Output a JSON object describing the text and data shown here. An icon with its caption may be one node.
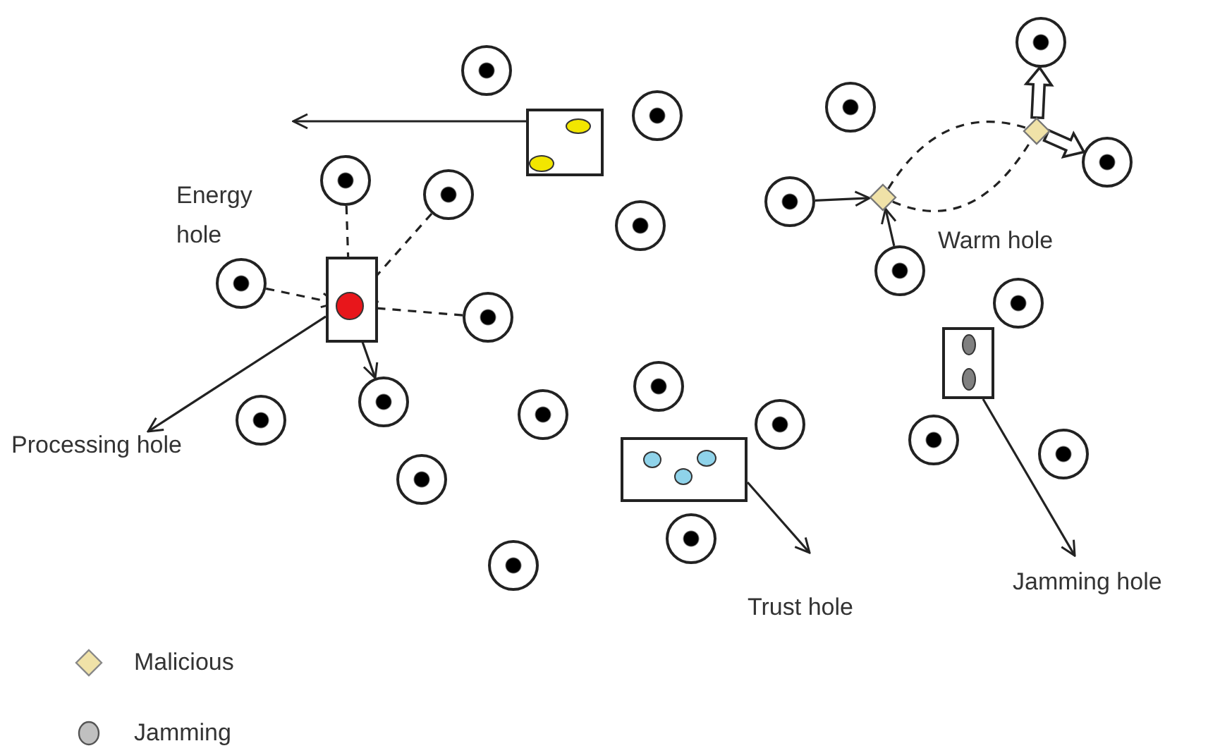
{
  "diagram": {
    "nodes": [
      {
        "text": [],
        "shape": "circle"
      },
      {
        "text": [],
        "shape": "box"
      },
      {
        "text": [],
        "shape": "ellipse",
        "in": 1
      },
      {
        "text": [],
        "shape": "ellipse",
        "in": 1
      },
      {
        "text": [],
        "shape": "circle"
      },
      {
        "text": [],
        "shape": "circle"
      },
      {
        "text": [],
        "shape": "circle"
      },
      {
        "text": [],
        "shape": "diamond"
      },
      {
        "text": [],
        "shape": "circle"
      },
      {
        "text": [],
        "shape": "circle"
      },
      {
        "text": [],
        "shape": "circle"
      },
      {
        "text": [],
        "shape": "circle"
      },
      {
        "text": [],
        "shape": "diamond"
      },
      {
        "text": [],
        "shape": "circle"
      },
      {
        "text": [],
        "shape": "circle"
      },
      {
        "text": [],
        "shape": "circle"
      },
      {
        "text": [],
        "shape": "box"
      },
      {
        "text": [],
        "shape": "circle",
        "in": 16
      },
      {
        "text": [],
        "shape": "circle"
      },
      {
        "text": [],
        "shape": "circle"
      },
      {
        "text": [],
        "shape": "box"
      },
      {
        "text": [],
        "shape": "ellipse",
        "in": 20
      },
      {
        "text": [],
        "shape": "ellipse",
        "in": 20
      },
      {
        "text": [],
        "shape": "circle"
      },
      {
        "text": [],
        "shape": "circle"
      },
      {
        "text": [],
        "shape": "circle"
      },
      {
        "text": [],
        "shape": "circle"
      },
      {
        "text": [],
        "shape": "circle"
      },
      {
        "text": [],
        "shape": "circle"
      },
      {
        "text": [],
        "shape": "box"
      },
      {
        "text": [],
        "shape": "circle",
        "in": 29
      },
      {
        "text": [],
        "shape": "circle",
        "in": 29
      },
      {
        "text": [],
        "shape": "circle",
        "in": 29
      },
      {
        "text": [],
        "shape": "circle"
      },
      {
        "text": [
          "Processing hole"
        ]
      },
      {
        "text": [],
        "shape": "circle"
      },
      {
        "text": [],
        "shape": "circle"
      },
      {
        "text": [],
        "shape": "circle"
      },
      {
        "text": [
          "Jamming hole"
        ]
      },
      {
        "text": [
          "Trust hole"
        ]
      }
    ],
    "edges": [
      {
        "from": 1,
        "to": null,
        "arrow": "to"
      },
      {
        "from": 9,
        "to": 17,
        "arrow": "to",
        "style": "dashed"
      },
      {
        "from": 10,
        "to": 17,
        "arrow": "to",
        "style": "dashed"
      },
      {
        "from": 15,
        "to": 17,
        "arrow": "to",
        "style": "dashed"
      },
      {
        "from": 19,
        "to": 17,
        "arrow": "to",
        "style": "dashed"
      },
      {
        "from": 17,
        "to": 24,
        "arrow": "to"
      },
      {
        "from": 16,
        "to": 34,
        "arrow": "to"
      },
      {
        "from": 11,
        "to": 12,
        "arrow": "to"
      },
      {
        "from": 14,
        "to": 12,
        "arrow": "to"
      },
      {
        "from": 12,
        "to": 7,
        "arrow": "none",
        "style": "dashed"
      },
      {
        "from": 12,
        "to": 7,
        "arrow": "none",
        "style": "dashed"
      },
      {
        "from": 7,
        "to": 6,
        "arrow": "to",
        "style": "thick"
      },
      {
        "from": 7,
        "to": 8,
        "arrow": "to",
        "style": "thick"
      },
      {
        "from": 29,
        "to": 39,
        "arrow": "to"
      },
      {
        "from": 20,
        "to": 38,
        "arrow": "to"
      }
    ],
    "labels": [
      "Energy hole",
      "Warm hole"
    ],
    "legend": [
      {
        "text": "Malicious",
        "color": "#f0e2a8"
      },
      {
        "text": "Jamming",
        "color": "#c0c0c0"
      }
    ]
  }
}
